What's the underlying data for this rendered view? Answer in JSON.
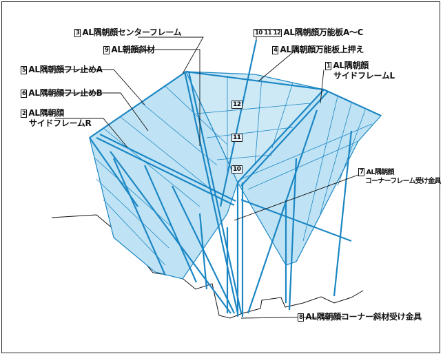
{
  "labels": {
    "center_frame": {
      "num": "3",
      "text": "AL隅朝顔センターフレーム"
    },
    "kasa_board": {
      "num": "10 11 12",
      "text": "AL隅朝顔万能板A～C"
    },
    "slant": {
      "num": "9",
      "text": "AL朝顔斜材"
    },
    "board_holder": {
      "num": "4",
      "text": "AL隅朝顔万能板上押え"
    },
    "fure_a": {
      "num": "5",
      "text": "AL隅朝顔フレ止めA"
    },
    "side_l": {
      "num": "1",
      "text": "AL隅朝顔",
      "text2": "サイドフレームL"
    },
    "fure_b": {
      "num": "6",
      "text": "AL隅朝顔フレ止めB"
    },
    "side_r": {
      "num": "2",
      "text": "AL隅朝顔",
      "text2": "サイドフレームR"
    },
    "corner_frame": {
      "num": "7",
      "text": "AL隅朝顔",
      "text2": "コーナーフレーム受け金具"
    },
    "corner_slant": {
      "num": "8",
      "text": "AL隅朝顔コーナー斜材受け金具"
    }
  },
  "panels": {
    "p12": "12",
    "p11": "11",
    "p10": "10"
  },
  "colors": {
    "panel_fill": "#bfe3f4",
    "frame_stroke": "#1b86c4",
    "outline": "#111111"
  }
}
